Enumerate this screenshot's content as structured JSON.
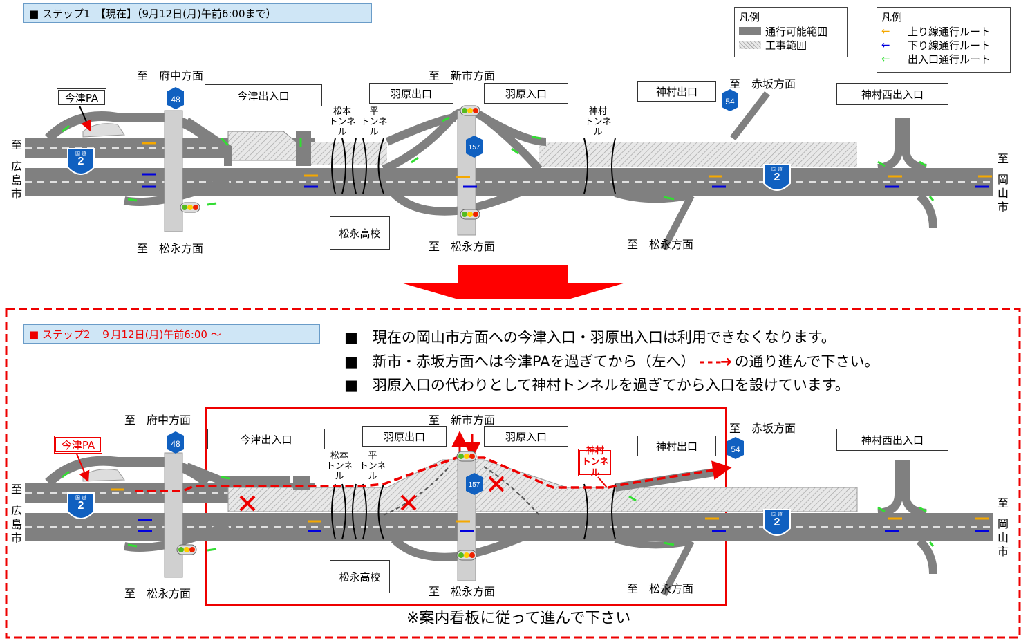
{
  "step1": {
    "header": "■ ステップ1　【現在】（9月12日(月)午前6:00まで）",
    "places": {
      "fuchu": "至　府中方面",
      "shinichi": "至　新市方面",
      "akasaka": "至　赤坂方面",
      "matsunaga1": "至　松永方面",
      "matsunaga2": "至　松永方面",
      "matsunaga3": "至　松永方面"
    },
    "boxes": {
      "imazu_pa": "今津PA",
      "imazu_io": "今津出入口",
      "habara_exit": "羽原出口",
      "habara_entrance": "羽原入口",
      "kamimura_exit": "神村出口",
      "kamimura_west": "神村西出入口",
      "matsunaga_hs": "松永高校"
    },
    "tunnels": {
      "matsumoto": "松本\nトンネル",
      "taira": "平\nトンネル",
      "kamimura": "神村\nトンネル"
    }
  },
  "ends": {
    "left_top": "至",
    "left": [
      "広",
      "島",
      "市"
    ],
    "right_top": "至",
    "right": [
      "岡",
      "山",
      "市"
    ]
  },
  "shields": {
    "route48": "48",
    "route157": "157",
    "route54": "54",
    "route2": "2",
    "route2_small": "国 道"
  },
  "legend1": {
    "title": "凡例",
    "items": [
      {
        "label": "通行可能範囲",
        "color": "#808080"
      },
      {
        "label": "工事範囲",
        "color": "#dcdcdc"
      }
    ]
  },
  "legend2": {
    "title": "凡例",
    "items": [
      {
        "label": "上り線通行ルート",
        "color": "#f5a800"
      },
      {
        "label": "下り線通行ルート",
        "color": "#0000dd"
      },
      {
        "label": "出入口通行ルート",
        "color": "#33dd33"
      }
    ]
  },
  "step2": {
    "header": "■ ステップ2　９月12日(月)午前6:00 ～",
    "notes": [
      "■　現在の岡山市方面への今津入口・羽原出入口は利用できなくなります。",
      "■　新市・赤坂方面へは今津PAを過ぎてから（左へ）",
      "の通り進んで下さい。",
      "■　羽原入口の代わりとして神村トンネルを過ぎてから入口を設けています。"
    ],
    "places": {
      "fuchu": "至　府中方面",
      "shinichi": "至　新市方面",
      "akasaka": "至　赤坂方面",
      "matsunaga1": "至　松永方面",
      "matsunaga2": "至　松永方面",
      "matsunaga3": "至　松永方面"
    },
    "boxes": {
      "imazu_pa": "今津PA",
      "imazu_io": "今津出入口",
      "habara_exit": "羽原出口",
      "habara_entrance": "羽原入口",
      "kamimura_exit": "神村出口",
      "kamimura_west": "神村西出入口",
      "matsunaga_hs": "松永高校",
      "kamimura_tunnel": "神村\nトンネル"
    },
    "tunnels": {
      "matsumoto": "松本\nトンネル",
      "taira": "平\nトンネル"
    },
    "footer": "※案内看板に従って進んで下さい"
  },
  "colors": {
    "road": "#808080",
    "construction": "#dcdcdc",
    "route_red": "#ee0000",
    "arrow_big": "#ff0000"
  }
}
